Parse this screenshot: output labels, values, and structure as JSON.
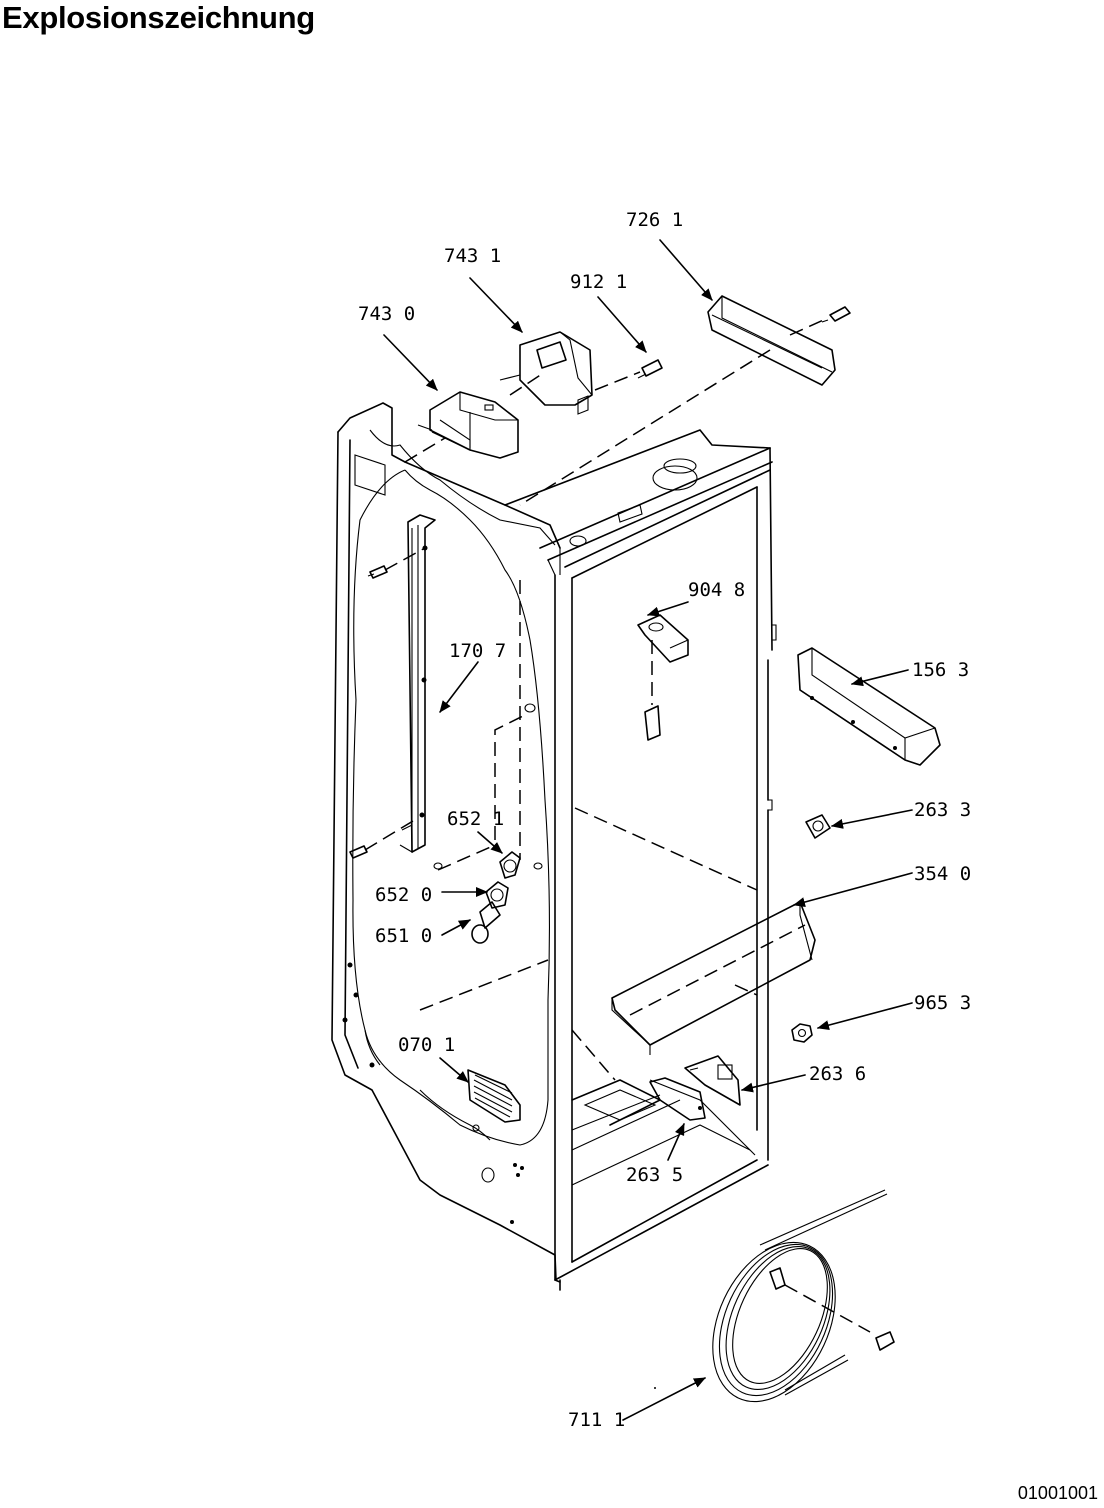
{
  "title": "Explosionszeichnung",
  "document_number": "01001001",
  "callouts": [
    {
      "id": "726-1",
      "label": "726  1"
    },
    {
      "id": "743-1",
      "label": "743  1"
    },
    {
      "id": "912-1",
      "label": "912  1"
    },
    {
      "id": "743-0",
      "label": "743  0"
    },
    {
      "id": "904-8",
      "label": "904  8"
    },
    {
      "id": "170-7",
      "label": "170  7"
    },
    {
      "id": "156-3",
      "label": "156  3"
    },
    {
      "id": "652-1",
      "label": "652  1"
    },
    {
      "id": "263-3",
      "label": "263  3"
    },
    {
      "id": "652-0",
      "label": "652  0"
    },
    {
      "id": "354-0",
      "label": "354  0"
    },
    {
      "id": "651-0",
      "label": "651  0"
    },
    {
      "id": "965-3",
      "label": "965  3"
    },
    {
      "id": "070-1",
      "label": "070  1"
    },
    {
      "id": "263-6",
      "label": "263  6"
    },
    {
      "id": "263-5",
      "label": "263  5"
    },
    {
      "id": "711-1",
      "label": "711  1"
    }
  ]
}
